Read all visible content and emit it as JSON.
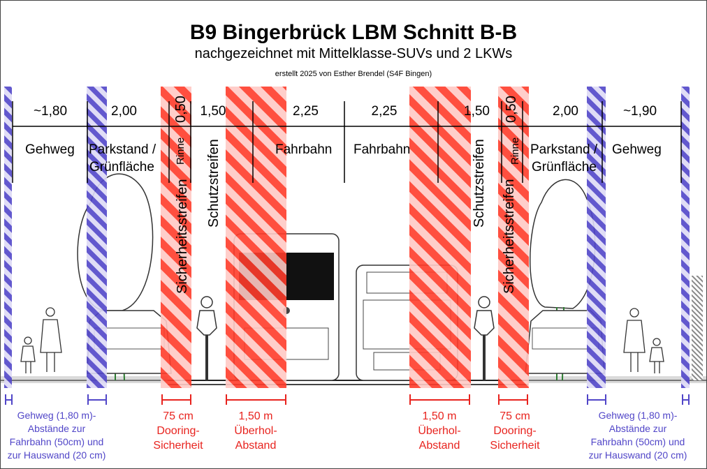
{
  "header": {
    "title": "B9 Bingerbrück LBM Schnitt B-B",
    "subtitle": "nachgezeichnet mit Mittelklasse-SUVs und 2 LKWs",
    "credit": "erstellt 2025 von Esther Brendel (S4F Bingen)"
  },
  "dimensions": {
    "left_sidewalk": "~1,80",
    "left_parking": "2,00",
    "left_gutter": "0,50",
    "left_buffer": "1,50",
    "left_lane": "2,25",
    "right_lane": "2,25",
    "right_buffer": "1,50",
    "right_gutter": "0,50",
    "right_parking": "2,00",
    "right_sidewalk": "~1,90"
  },
  "lanes": {
    "gehweg_left": "Gehweg",
    "parkstand_left_1": "Parkstand /",
    "parkstand_left_2": "Grünfläche",
    "fahrbahn_left": "Fahrbahn",
    "fahrbahn_right": "Fahrbahn",
    "parkstand_right_1": "Parkstand /",
    "parkstand_right_2": "Grünfläche",
    "gehweg_right": "Gehweg"
  },
  "vertical_labels": {
    "rinne": "Rinne",
    "sicherheitsstreifen": "Sicherheitsstreifen",
    "schutzstreifen": "Schutzstreifen"
  },
  "annotations": {
    "dooring": [
      "75 cm",
      "Dooring-",
      "Sicherheit"
    ],
    "ueberhol": [
      "1,50 m",
      "Überhol-",
      "Abstand"
    ],
    "gehweg_note": [
      "Gehweg (1,80 m)-",
      "Abstände zur",
      "Fahrbahn (50cm) und",
      "zur Hauswand (20 cm)"
    ]
  },
  "colors": {
    "red_hatch": "#ff3b2a",
    "red_fill": "#ffc9c4",
    "blue_hatch": "#5146c8",
    "blue_fill": "#dcd9f5",
    "red_text": "#e8231e",
    "blue_text": "#5146c8"
  }
}
